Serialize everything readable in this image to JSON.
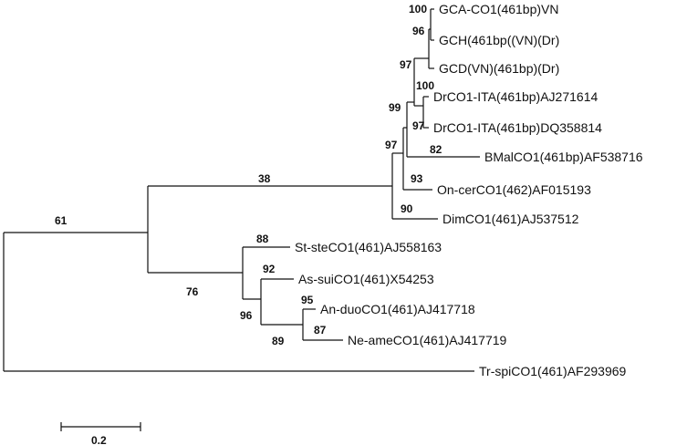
{
  "leaves": [
    {
      "id": "gca",
      "label": "GCA-CO1(461bp)VN"
    },
    {
      "id": "gch",
      "label": "GCH(461bp((VN)(Dr)"
    },
    {
      "id": "gcd",
      "label": "GCD(VN)(461bp)(Dr)"
    },
    {
      "id": "drita1",
      "label": "DrCO1-ITA(461bp)AJ271614"
    },
    {
      "id": "drita2",
      "label": "DrCO1-ITA(461bp)DQ358814"
    },
    {
      "id": "bmal",
      "label": "BMalCO1(461bp)AF538716"
    },
    {
      "id": "oncer",
      "label": "On-cerCO1(462)AF015193"
    },
    {
      "id": "dim",
      "label": "DimCO1(461)AJ537512"
    },
    {
      "id": "stste",
      "label": "St-steCO1(461)AJ558163"
    },
    {
      "id": "assui",
      "label": "As-suiCO1(461)X54253"
    },
    {
      "id": "anduo",
      "label": "An-duoCO1(461)AJ417718"
    },
    {
      "id": "neame",
      "label": "Ne-ameCO1(461)AJ417719"
    },
    {
      "id": "trspi",
      "label": "Tr-spiCO1(461)AF293969"
    }
  ],
  "support_values": [
    {
      "id": "bs-100a",
      "value": "100"
    },
    {
      "id": "bs-96a",
      "value": "96"
    },
    {
      "id": "bs-97a",
      "value": "97"
    },
    {
      "id": "bs-100b",
      "value": "100"
    },
    {
      "id": "bs-97b",
      "value": "97"
    },
    {
      "id": "bs-99",
      "value": "99"
    },
    {
      "id": "bs-82",
      "value": "82"
    },
    {
      "id": "bs-97c",
      "value": "97"
    },
    {
      "id": "bs-93",
      "value": "93"
    },
    {
      "id": "bs-90",
      "value": "90"
    },
    {
      "id": "bs-38",
      "value": "38"
    },
    {
      "id": "bs-61",
      "value": "61"
    },
    {
      "id": "bs-88",
      "value": "88"
    },
    {
      "id": "bs-92",
      "value": "92"
    },
    {
      "id": "bs-76",
      "value": "76"
    },
    {
      "id": "bs-95",
      "value": "95"
    },
    {
      "id": "bs-96b",
      "value": "96"
    },
    {
      "id": "bs-87",
      "value": "87"
    },
    {
      "id": "bs-89",
      "value": "89"
    }
  ],
  "scale_bar": {
    "label": "0.2"
  }
}
